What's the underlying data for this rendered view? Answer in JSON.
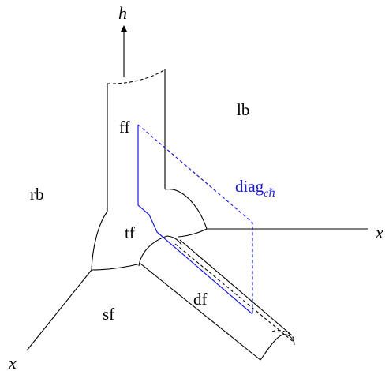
{
  "axes": {
    "h_label": "h",
    "x_right_label": "x",
    "x_left_label": "x"
  },
  "faces": {
    "ff": "ff",
    "lb": "lb",
    "rb": "rb",
    "tf": "tf",
    "sf": "sf",
    "df": "df"
  },
  "diag": {
    "base": "diag",
    "subscript": "cℏ",
    "color": "#1a1adb"
  }
}
